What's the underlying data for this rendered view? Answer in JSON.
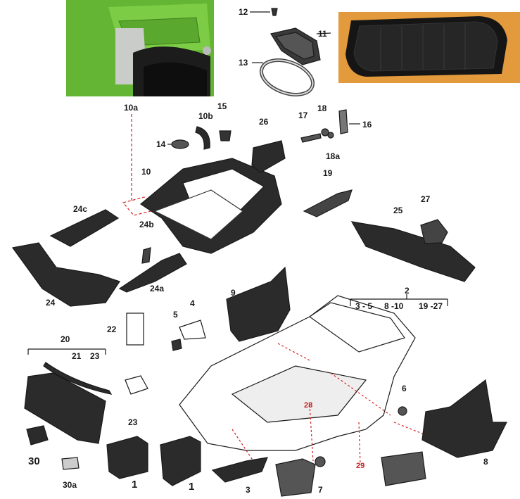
{
  "labels": {
    "p10a": "10a",
    "p10b": "10b",
    "p10": "10",
    "p11": "11",
    "p12": "12",
    "p13": "13",
    "p14": "14",
    "p15": "15",
    "p16": "16",
    "p17": "17",
    "p18": "18",
    "p18a": "18a",
    "p19": "19",
    "p2": "2",
    "p3_5": "3 - 5",
    "p8_10": "8 -10",
    "p19_27": "19 -27",
    "p20": "20",
    "p21": "21",
    "p22": "22",
    "p23a": "23",
    "p23b": "23",
    "p24": "24",
    "p24a": "24a",
    "p24b": "24b",
    "p24c": "24c",
    "p25": "25",
    "p26": "26",
    "p27": "27",
    "p28": "28",
    "p29": "29",
    "p30": "30",
    "p30a": "30a",
    "p1a": "1",
    "p1b": "1",
    "p3": "3",
    "p4": "4",
    "p5": "5",
    "p6": "6",
    "p7": "7",
    "p8": "8",
    "p9": "9"
  },
  "colors": {
    "body_green": "#6fc23a",
    "part_dark": "#2b2b2b",
    "leader_red": "#d62020",
    "photo_orange": "#d9862a"
  }
}
